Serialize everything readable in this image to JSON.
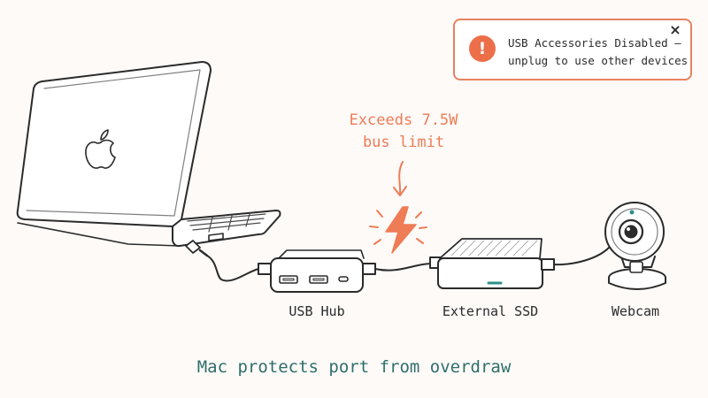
{
  "notification": {
    "icon": "exclamation-icon",
    "icon_glyph": "!",
    "line1": "USB Accessories Disabled —",
    "line2": "unplug to use other devices",
    "close_glyph": "×",
    "border_color": "#e8825e",
    "accent_color": "#ec6f4a"
  },
  "warning": {
    "line1": "Exceeds 7.5W",
    "line2": "bus limit",
    "color": "#ee7c57"
  },
  "devices": {
    "hub": "USB Hub",
    "ssd": "External SSD",
    "webcam": "Webcam"
  },
  "caption": {
    "text": "Mac protects port from overdraw",
    "color": "#2f6e6b"
  }
}
